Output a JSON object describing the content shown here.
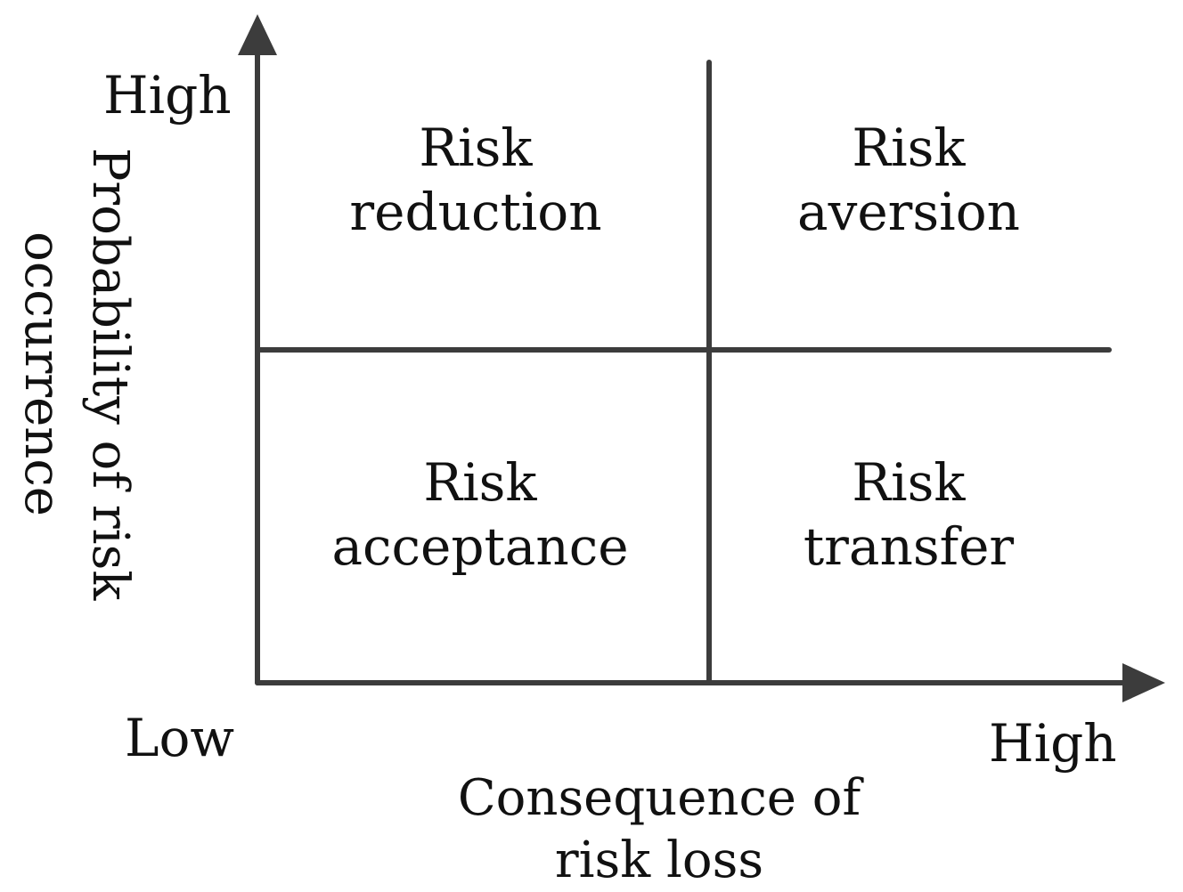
{
  "diagram": {
    "y_axis": {
      "high_label": "High",
      "title_line1": "Probability of risk",
      "title_line2": "occurrence"
    },
    "x_axis": {
      "low_label": "Low",
      "high_label": "High",
      "title_line1": "Consequence of",
      "title_line2": "risk loss"
    },
    "quadrants": {
      "top_left": {
        "line1": "Risk",
        "line2": "reduction"
      },
      "top_right": {
        "line1": "Risk",
        "line2": "aversion"
      },
      "bottom_left": {
        "line1": "Risk",
        "line2": "acceptance"
      },
      "bottom_right": {
        "line1": "Risk",
        "line2": "transfer"
      }
    },
    "colors": {
      "lines": "#3c3c3c",
      "text": "#111111",
      "background": "#ffffff"
    }
  }
}
